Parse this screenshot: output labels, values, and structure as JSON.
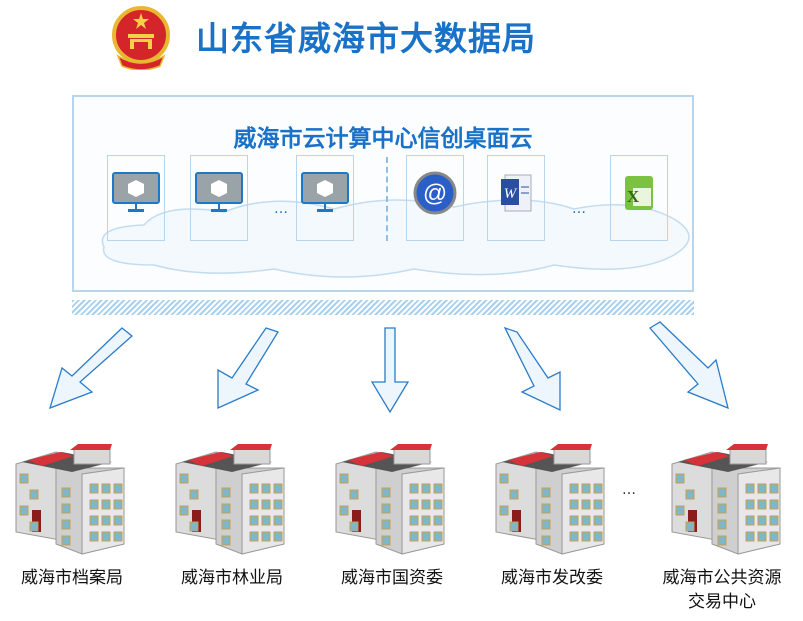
{
  "header": {
    "title": "山东省威海市大数据局",
    "emblem_icon": "national-emblem-icon"
  },
  "cloud_panel": {
    "title": "威海市云计算中心信创桌面云",
    "tiles": [
      {
        "icon": "virtual-desktop-monitor-icon"
      },
      {
        "icon": "virtual-desktop-monitor-icon"
      },
      {
        "icon": "virtual-desktop-monitor-icon"
      },
      {
        "icon": "email-at-icon"
      },
      {
        "icon": "word-document-icon"
      },
      {
        "icon": "excel-spreadsheet-icon"
      }
    ],
    "ellipsis": "…"
  },
  "departments": [
    {
      "label": "威海市档案局"
    },
    {
      "label": "威海市林业局"
    },
    {
      "label": "威海市国资委"
    },
    {
      "label": "威海市发改委"
    },
    {
      "label": "威海市公共资源交易中心",
      "line1": "威海市公共资源",
      "line2": "交易中心"
    }
  ],
  "departments_ellipsis": "…",
  "colors": {
    "accent": "#1a72c8",
    "border": "#b7d6ee",
    "arrow_fill": "#eef6fd",
    "arrow_stroke": "#1a72c8"
  }
}
